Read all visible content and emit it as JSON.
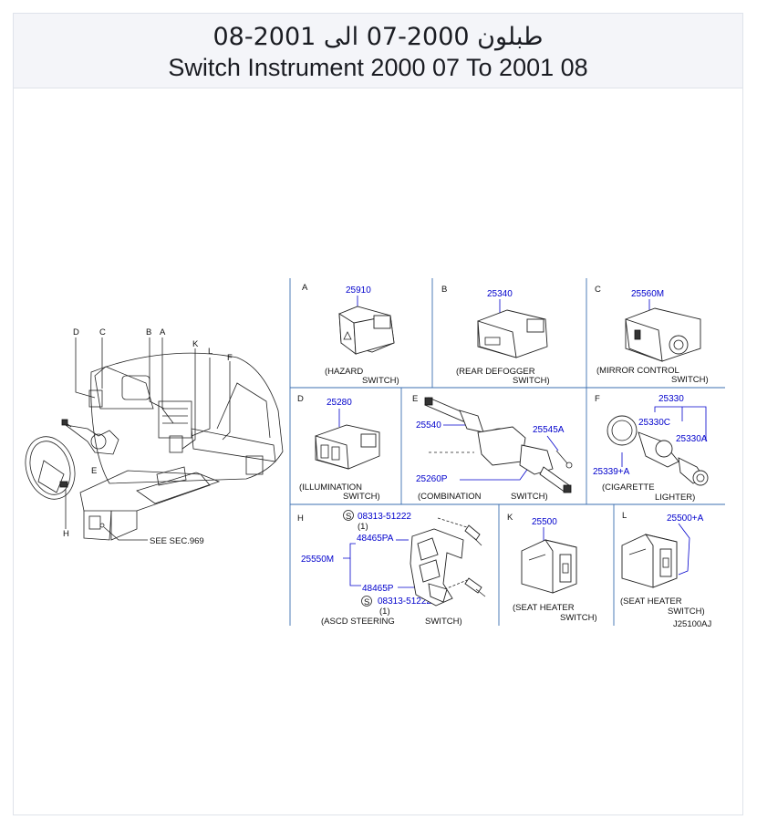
{
  "header": {
    "title_ar": "طبلون 2000-07 الى 2001-08",
    "title_en": "Switch Instrument 2000 07 To 2001 08"
  },
  "overview": {
    "callouts": [
      "D",
      "C",
      "B",
      "A",
      "K",
      "L",
      "F",
      "E",
      "H"
    ],
    "see_ref": "SEE  SEC.969"
  },
  "panels": {
    "A": {
      "letter": "A",
      "parts": [
        "25910"
      ],
      "caption1": "(HAZARD",
      "caption2": "SWITCH)"
    },
    "B": {
      "letter": "B",
      "parts": [
        "25340"
      ],
      "caption1": "(REAR  DEFOGGER",
      "caption2": "SWITCH)"
    },
    "C": {
      "letter": "C",
      "parts": [
        "25560M"
      ],
      "caption1": "(MIRROR  CONTROL",
      "caption2": "SWITCH)"
    },
    "D": {
      "letter": "D",
      "parts": [
        "25280"
      ],
      "caption1": "(ILLUMINATION",
      "caption2": "SWITCH)"
    },
    "E": {
      "letter": "E",
      "parts": [
        "25540",
        "25545A",
        "25260P"
      ],
      "caption1": "(COMBINATION",
      "caption2": "SWITCH)"
    },
    "F": {
      "letter": "F",
      "parts": [
        "25330",
        "25330C",
        "25330A",
        "25339+A"
      ],
      "caption1": "(CIGARETTE",
      "caption2": "LIGHTER)"
    },
    "H": {
      "letter": "H",
      "parts": [
        "08313-51222",
        "48465PA",
        "25550M",
        "48465P",
        "08313-51222"
      ],
      "qty": "(1)",
      "screw_symbol": "S",
      "caption1": "(ASCD  STEERING",
      "caption2": "SWITCH)"
    },
    "K": {
      "letter": "K",
      "parts": [
        "25500"
      ],
      "caption1": "(SEAT  HEATER",
      "caption2": "SWITCH)"
    },
    "L": {
      "letter": "L",
      "parts": [
        "25500+A"
      ],
      "caption1": "(SEAT  HEATER",
      "caption2": "SWITCH)"
    }
  },
  "diagram_code": "J25100AJ"
}
